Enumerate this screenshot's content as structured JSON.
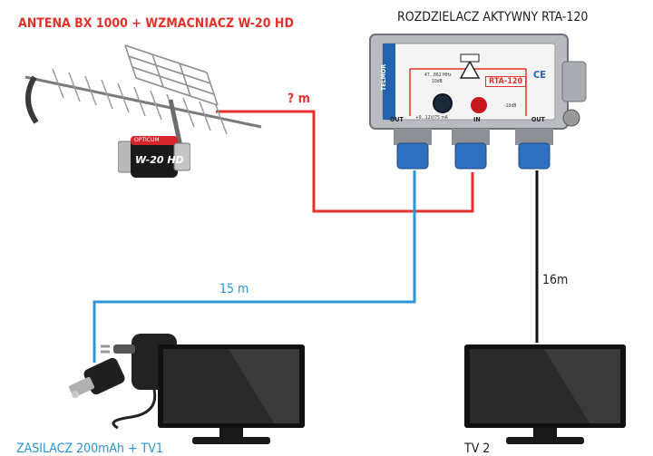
{
  "labels": {
    "antenna_title": "ANTENA BX 1000 + WZMACNIACZ W-20 HD",
    "splitter_title": "ROZDZIELACZ AKTYWNY RTA-120",
    "length_antenna": "? m",
    "length_tv1": "15 m",
    "length_tv2": "16m",
    "psu_title": "ZASILACZ 200mAh + TV1",
    "tv2_title": "TV 2"
  },
  "splitter": {
    "brand": "TELMOR",
    "model": "RTA-120",
    "freq": "47...862 MHz",
    "gain": "10dB",
    "power_spec": "+9...12V/75 mA",
    "minus_db": "-10dB",
    "port_in": "IN",
    "port_out_left": "OUT",
    "port_out_right": "OUT",
    "ce_mark": "CE"
  },
  "amplifier": {
    "brand": "OPTICUM",
    "model": "W-20 HD"
  },
  "colors": {
    "red_cable": "#e4322b",
    "blue_cable": "#2b95d6",
    "black_cable": "#111111",
    "title_red": "#e4322b"
  }
}
